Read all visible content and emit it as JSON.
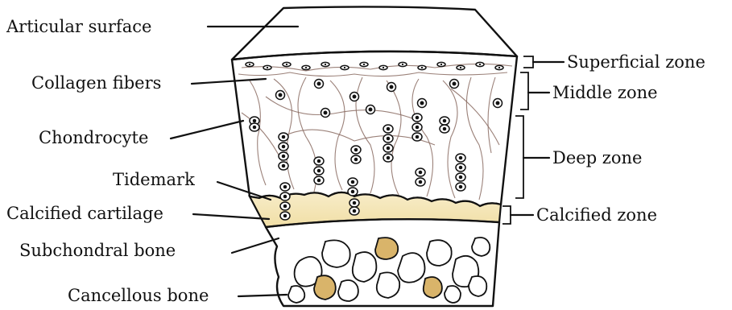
{
  "labels": {
    "articular_surface": "Articular surface",
    "collagen_fibers": "Collagen fibers",
    "chondrocyte": "Chondrocyte",
    "tidemark": "Tidemark",
    "calcified_cartilage": "Calcified cartilage",
    "subchondral_bone": "Subchondral bone",
    "cancellous_bone": "Cancellous bone",
    "superficial_zone": "Superficial zone",
    "middle_zone": "Middle zone",
    "deep_zone": "Deep zone",
    "calcified_zone": "Calcified zone"
  },
  "colors": {
    "surface": "#dce3f3",
    "cartilage": "#dfe9e3",
    "calcified": "#f4e7bd",
    "bone": "#e6c98a",
    "bone_dark": "#c99a45",
    "outline": "#111111",
    "fiber": "#8a6b62"
  }
}
